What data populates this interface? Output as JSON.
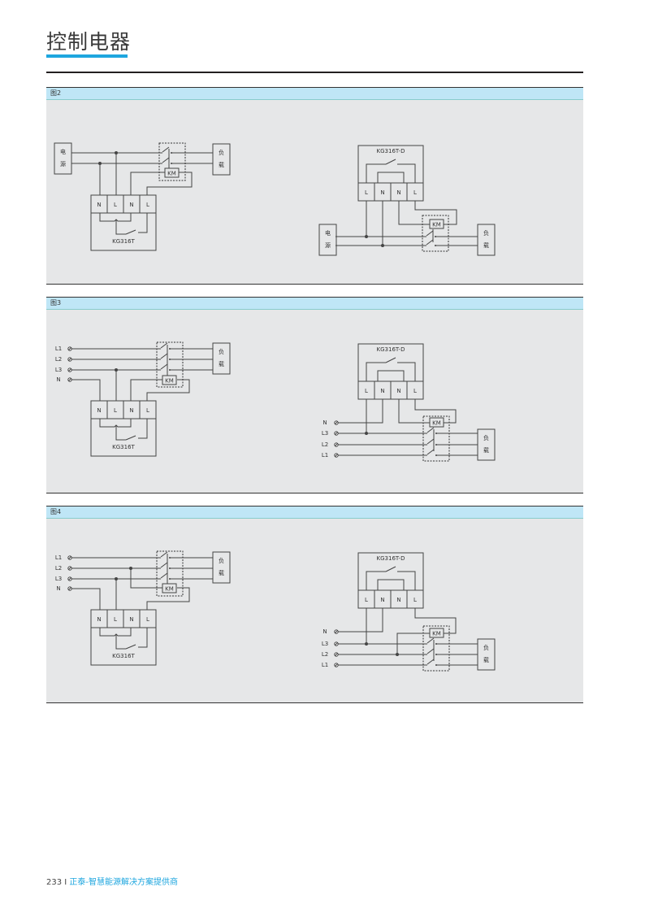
{
  "header": {
    "title": "控制电器"
  },
  "figures": [
    {
      "label": "图2"
    },
    {
      "label": "图3"
    },
    {
      "label": "图4"
    }
  ],
  "labels": {
    "power": [
      "电",
      "源"
    ],
    "load": [
      "负",
      "载"
    ],
    "km": "KM",
    "device_a": "KG316T",
    "device_b": "KG316T-D",
    "terminals_a": [
      "N",
      "L",
      "N",
      "L"
    ],
    "terminals_b": [
      "L",
      "N",
      "N",
      "L"
    ],
    "phases_left": [
      "L1",
      "L2",
      "L3",
      "N"
    ],
    "phases_right": [
      "N",
      "L3",
      "L2",
      "L1"
    ]
  },
  "footer": {
    "page": "233",
    "separator": "I",
    "brand": "正泰-智慧能源解决方案提供商"
  }
}
